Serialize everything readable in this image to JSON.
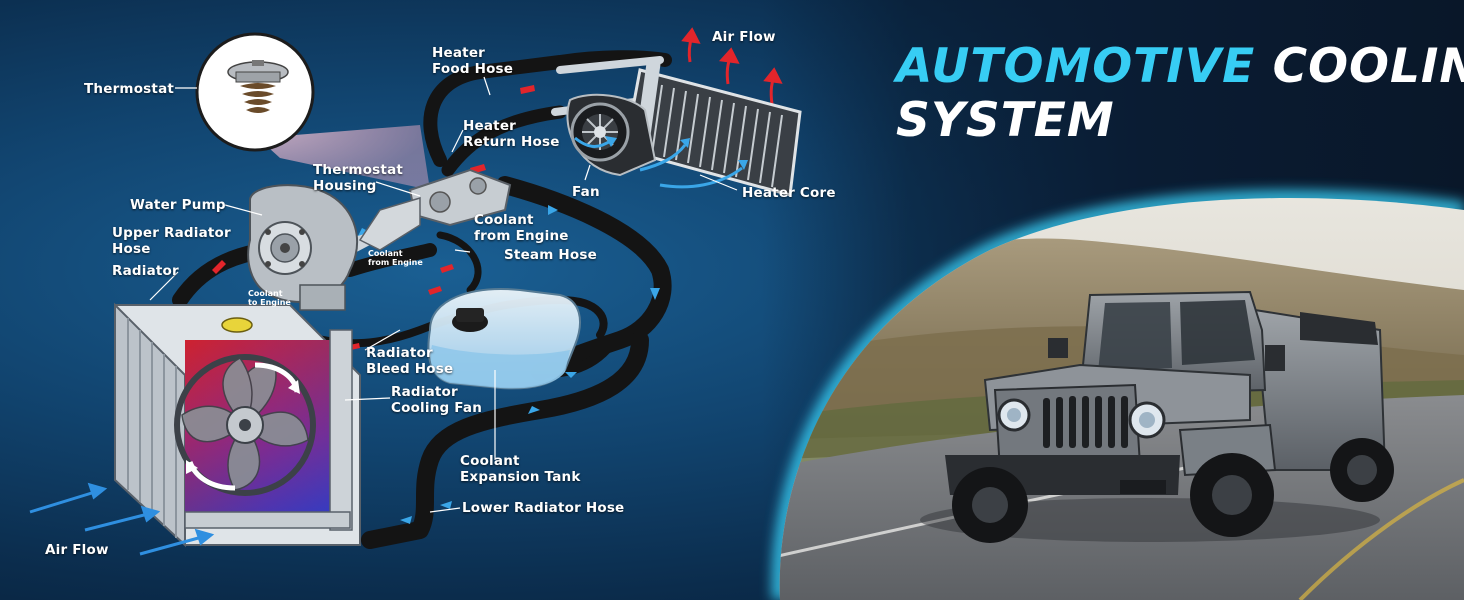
{
  "headline": {
    "accent_word": "AUTOMOTIVE",
    "word_2": "COOLING",
    "line_2": "SYSTEM"
  },
  "colors": {
    "accent": "#37cdf4",
    "background": "#11446f",
    "hot_coolant": "#e2252b",
    "cool_coolant": "#3aa6e8",
    "label_text": "#ffffff"
  },
  "labels": {
    "thermostat": "Thermostat",
    "heater_food_hose": [
      "Heater",
      "Food Hose"
    ],
    "air_flow_top": "Air Flow",
    "heater_return_hose": [
      "Heater",
      "Return Hose"
    ],
    "thermostat_housing": [
      "Thermostat",
      "Housing"
    ],
    "fan": "Fan",
    "heater_core": "Heater Core",
    "water_pump": "Water Pump",
    "coolant_from_engine": [
      "Coolant",
      "from Engine"
    ],
    "upper_radiator_hose": [
      "Upper Radiator",
      "Hose"
    ],
    "coolant_from_engine_small": [
      "Coolant",
      "from Engine"
    ],
    "steam_hose": "Steam Hose",
    "radiator": "Radiator",
    "coolant_to_engine_small": [
      "Coolant",
      "to Engine"
    ],
    "radiator_bleed_hose": [
      "Radiator",
      "Bleed Hose"
    ],
    "radiator_cooling_fan": [
      "Radiator",
      "Cooling Fan"
    ],
    "coolant_expansion_tank": [
      "Coolant",
      "Expansion Tank"
    ],
    "lower_radiator_hose": "Lower Radiator Hose",
    "air_flow_bottom": "Air Flow"
  },
  "icons": {
    "thermostat_callout": "thermostat-icon",
    "radiator_fan": "fan-icon",
    "heater_blower": "blower-fan-icon",
    "vehicle": "pickup-truck-icon"
  }
}
